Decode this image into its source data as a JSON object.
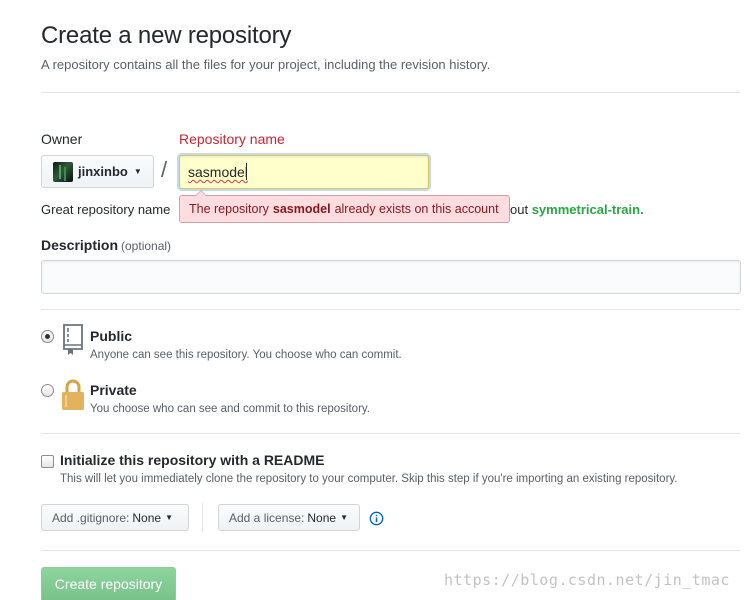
{
  "header": {
    "title": "Create a new repository",
    "subtitle": "A repository contains all the files for your project, including the revision history."
  },
  "owner": {
    "label": "Owner",
    "selected": "jinxinbo",
    "avatar_icon": "user-avatar",
    "caret_icon": "caret-down-icon"
  },
  "repo_name": {
    "label": "Repository name",
    "value": "sasmodel",
    "separator": "/",
    "error_prefix": "The repository",
    "error_repo": "sasmodel",
    "error_suffix": "already exists on this account",
    "hint_prefix": "Great repository name",
    "hint_suffix": "out",
    "suggested": "symmetrical-train."
  },
  "description": {
    "label": "Description",
    "optional": "(optional)",
    "value": "",
    "placeholder": ""
  },
  "visibility": {
    "public": {
      "title": "Public",
      "note": "Anyone can see this repository. You choose who can commit.",
      "checked": true,
      "icon": "repo-icon"
    },
    "private": {
      "title": "Private",
      "note": "You choose who can see and commit to this repository.",
      "checked": false,
      "icon": "lock-icon"
    }
  },
  "readme": {
    "title": "Initialize this repository with a README",
    "note": "This will let you immediately clone the repository to your computer. Skip this step if you're importing an existing repository.",
    "checked": false
  },
  "gitignore": {
    "label": "Add .gitignore:",
    "value": "None"
  },
  "license": {
    "label": "Add a license:",
    "value": "None"
  },
  "submit": {
    "label": "Create repository",
    "disabled": true
  },
  "watermark": "https://blog.csdn.net/jin_tmac",
  "colors": {
    "error_label": "#cb2431",
    "error_bg": "#ffdce0",
    "input_highlight": "#ffffcc",
    "suggest_green": "#28a745",
    "button_green_disabled": "#8dd49d",
    "info_blue": "#0366d6"
  }
}
